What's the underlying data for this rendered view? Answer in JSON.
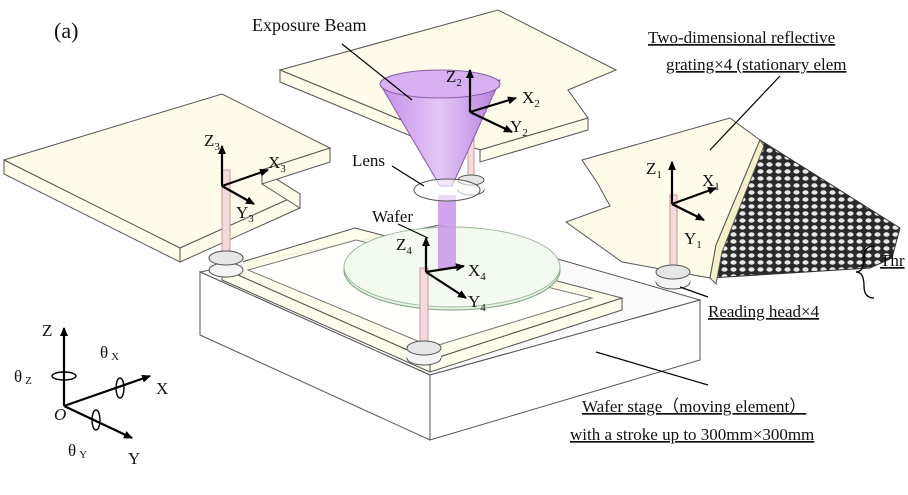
{
  "panel_label": "(a)",
  "labels": {
    "exposure_beam": "Exposure Beam",
    "lens": "Lens",
    "wafer": "Wafer",
    "grating_line1": "Two-dimensional reflective",
    "grating_line2": "grating×4 (stationary elem",
    "reading_head": "Reading head×4",
    "stage_line1": "Wafer stage（moving element）",
    "stage_line2": "with a stroke up to 300mm×300mm",
    "cut_text": "Thr"
  },
  "frames": {
    "z1": "Z",
    "x1": "X",
    "y1": "Y",
    "s1": "1",
    "z2": "Z",
    "x2": "X",
    "y2": "Y",
    "s2": "2",
    "z3": "Z",
    "x3": "X",
    "y3": "Y",
    "s3": "3",
    "z4": "Z",
    "x4": "X",
    "y4": "Y",
    "s4": "4"
  },
  "global_axes": {
    "z": "Z",
    "x": "X",
    "y": "Y",
    "o": "O",
    "theta": "θ",
    "tz": "Z",
    "tx": "X",
    "ty": "Y"
  }
}
